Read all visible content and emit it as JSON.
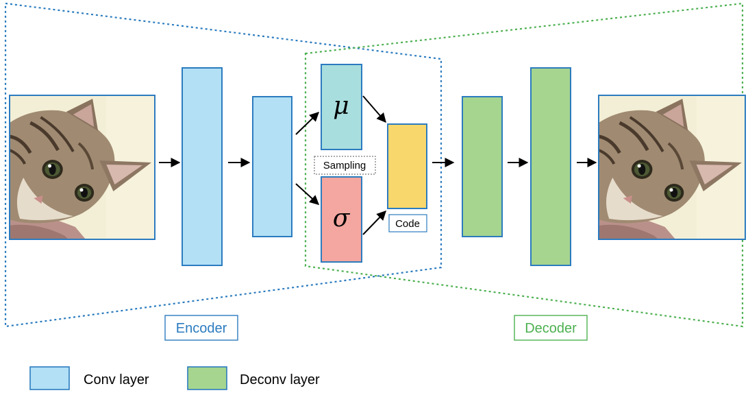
{
  "colors": {
    "encoder_blue": "#2b7bbf",
    "decoder_green": "#4cb050",
    "conv_fill": "#b3e0f5",
    "conv_stroke": "#2b7bbf",
    "deconv_fill": "#a6d58f",
    "deconv_stroke": "#2b7bbf",
    "mu_fill": "#a9dede",
    "sigma_fill": "#f3a7a0",
    "code_fill": "#f8d76c",
    "arrow": "#000000"
  },
  "labels": {
    "mu": "μ",
    "sigma": "σ",
    "sampling": "Sampling",
    "code": "Code",
    "encoder": "Encoder",
    "decoder": "Decoder"
  },
  "legend": [
    {
      "label": "Conv layer",
      "fill": "#b3e0f5"
    },
    {
      "label": "Deconv layer",
      "fill": "#a6d58f"
    }
  ],
  "images": {
    "input": "cat-photo-input",
    "output": "cat-photo-output"
  }
}
